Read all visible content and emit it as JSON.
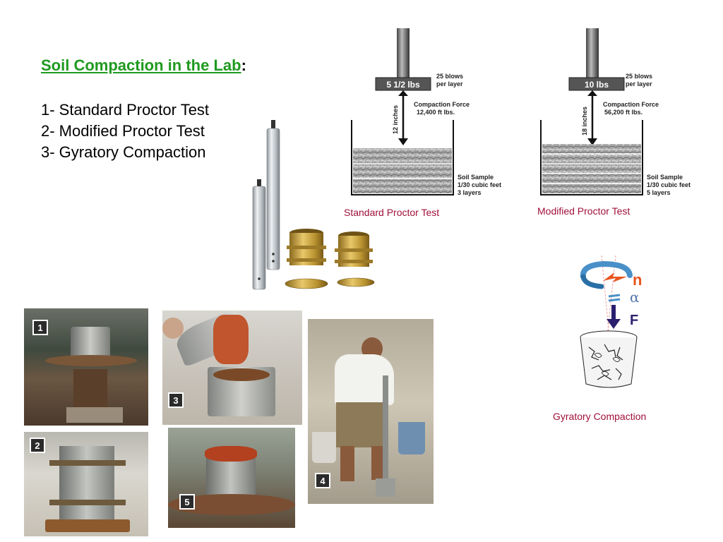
{
  "slide": {
    "title_main": "Soil Compaction in the Lab",
    "title_colon": ":",
    "list": [
      "1- Standard Proctor Test",
      "2- Modified Proctor Test",
      "3- Gyratory Compaction"
    ]
  },
  "standard_diagram": {
    "hammer_label": "5 1/2 lbs",
    "blows_line1": "25 blows",
    "blows_line2": "per layer",
    "drop_label": "12 inches",
    "force_line1": "Compaction Force",
    "force_line2": "12,400 ft lbs.",
    "sample_line1": "Soil Sample",
    "sample_line2": "1/30 cubic feet",
    "sample_line3": "3 layers",
    "caption": "Standard Proctor Test"
  },
  "modified_diagram": {
    "hammer_label": "10 lbs",
    "blows_line1": "25 blows",
    "blows_line2": "per layer",
    "drop_label": "18 inches",
    "force_line1": "Compaction Force",
    "force_line2": "56,200 ft lbs.",
    "sample_line1": "Soil Sample",
    "sample_line2": "1/30 cubic feet",
    "sample_line3": "5 layers",
    "caption": "Modified Proctor Test"
  },
  "gyratory": {
    "n_label": "n",
    "alpha_label": "α",
    "f_label": "F",
    "caption": "Gyratory Compaction"
  },
  "photos": {
    "badge_1": "1",
    "badge_2": "2",
    "badge_3": "3",
    "badge_4": "4",
    "badge_5": "5"
  },
  "colors": {
    "title_green": "#1f9a1f",
    "caption_red": "#a0103a",
    "arrow_orange": "#e8541e",
    "arrow_navy": "#2a1f6e",
    "rotation_blue": "#4a90c8"
  }
}
